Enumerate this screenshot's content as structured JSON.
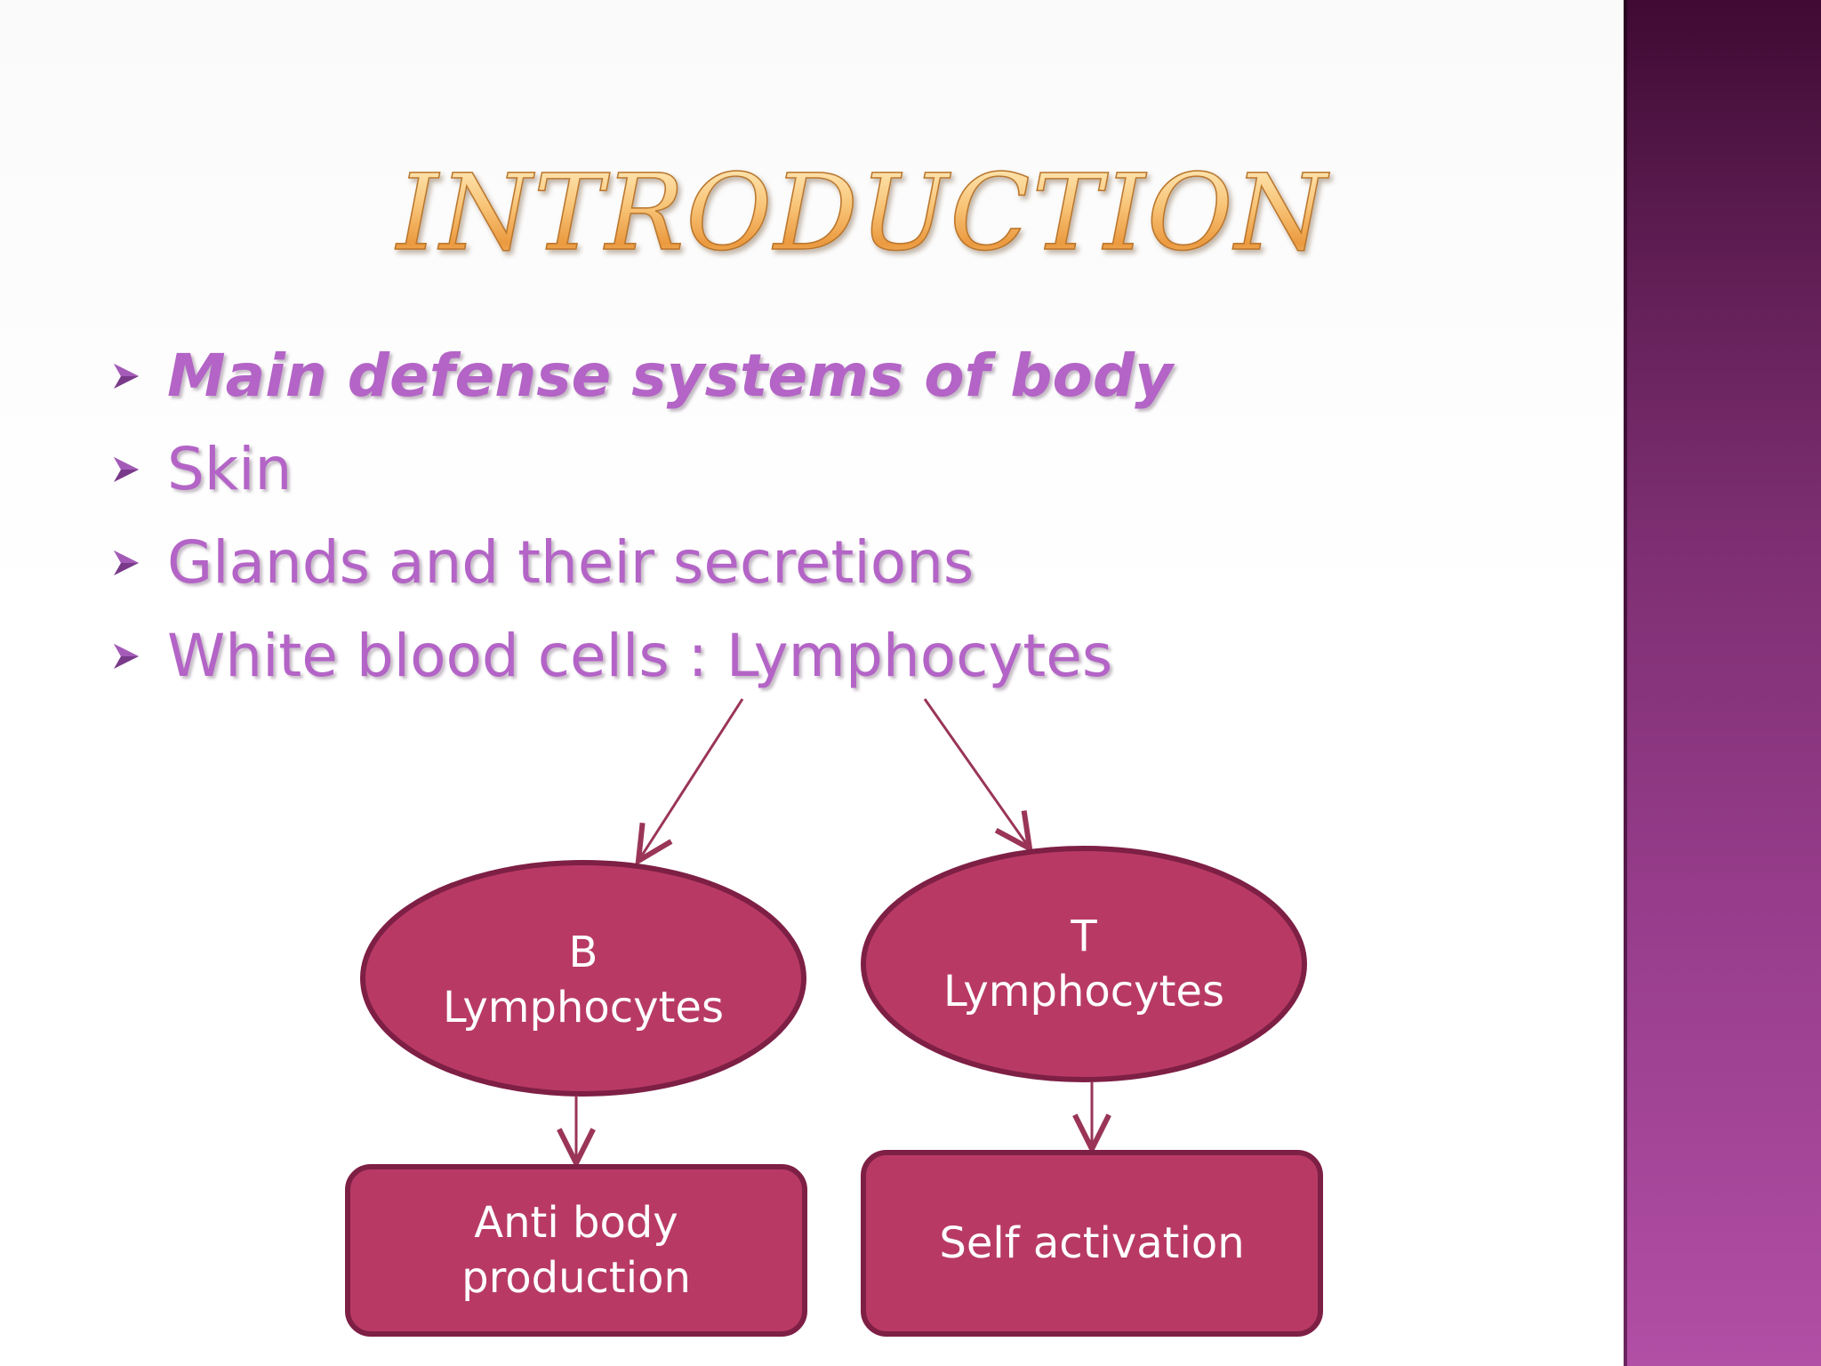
{
  "slide": {
    "title": "INTRODUCTION",
    "bullets": [
      {
        "text": "Main defense systems of body",
        "emphasis": true
      },
      {
        "text": "Skin",
        "emphasis": false
      },
      {
        "text": "Glands and their secretions",
        "emphasis": false
      },
      {
        "text": "White blood cells : Lymphocytes",
        "emphasis": false
      }
    ]
  },
  "diagram": {
    "b_lymphocytes": {
      "line1": "B",
      "line2": "Lymphocytes"
    },
    "t_lymphocytes": {
      "line1": "T",
      "line2": "Lymphocytes"
    },
    "b_outcome": {
      "line1": "Anti body",
      "line2": "production"
    },
    "t_outcome": {
      "line1": "Self activation"
    }
  },
  "colors": {
    "node_fill": "#b83a64",
    "node_border": "#7e1f45",
    "arrow": "#9a3558",
    "bullet_text": "#b364c6",
    "title_gold": "#f3b05a",
    "accent_bar": "#8a3680"
  }
}
